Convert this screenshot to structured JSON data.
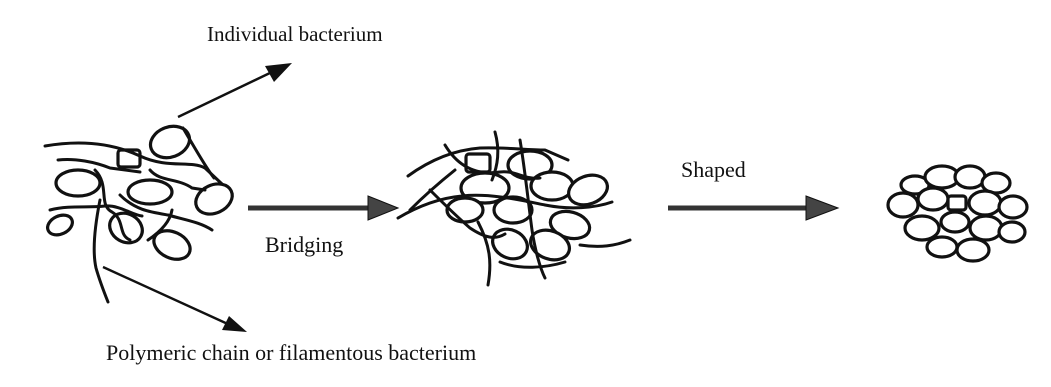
{
  "labels": {
    "individual_bacterium": "Individual bacterium",
    "bridging": "Bridging",
    "shaped": "Shaped",
    "polymeric_chain": "Polymeric chain or filamentous bacterium"
  },
  "colors": {
    "ink": "#111111",
    "arrow_fill": "#444444",
    "background": "#ffffff"
  }
}
